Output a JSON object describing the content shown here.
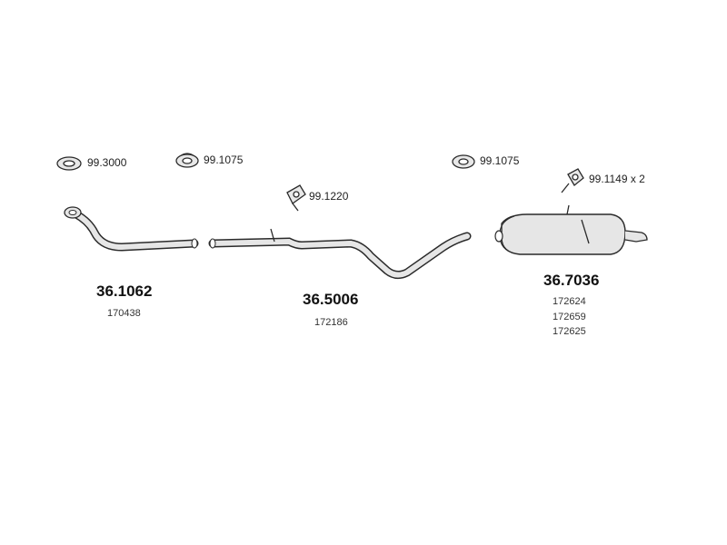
{
  "accessories": [
    {
      "code": "99.3000",
      "icon": "gasket-ring-icon"
    },
    {
      "code": "99.1075",
      "icon": "exhaust-hanger-icon"
    },
    {
      "code": "99.1220",
      "icon": "mounting-bracket-icon"
    },
    {
      "code": "99.1075",
      "icon": "exhaust-hanger-icon"
    },
    {
      "code": "99.1149 x 2",
      "icon": "mounting-bracket-icon"
    }
  ],
  "parts": [
    {
      "part_number": "36.1062",
      "refs": [
        "170438"
      ],
      "icon": "front-pipe-icon"
    },
    {
      "part_number": "36.5006",
      "refs": [
        "172186"
      ],
      "icon": "center-pipe-icon"
    },
    {
      "part_number": "36.7036",
      "refs": [
        "172624",
        "172659",
        "172625"
      ],
      "icon": "rear-muffler-icon"
    }
  ],
  "colors": {
    "line": "#2a2a2a",
    "fill": "#e6e6e6",
    "text": "#222222"
  }
}
